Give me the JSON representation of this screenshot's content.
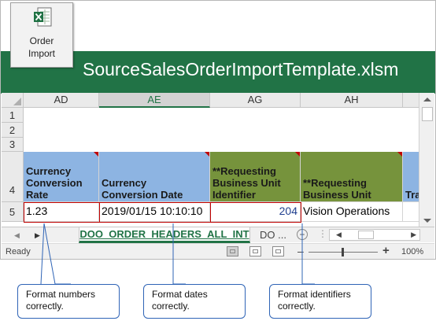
{
  "window": {
    "file_title": "SourceSalesOrderImportTemplate.xlsm",
    "accent_color": "#217346"
  },
  "import_button": {
    "label_line1": "Order",
    "label_line2": "Import",
    "icon": "excel-workbook-icon"
  },
  "grid": {
    "columns": [
      "AD",
      "AE",
      "AG",
      "AH"
    ],
    "selected_column": "AE",
    "row_numbers": [
      "1",
      "2",
      "3",
      "4",
      "5"
    ],
    "headers": [
      {
        "line1": "Currency",
        "line2": "Conversion",
        "line3": "Rate"
      },
      {
        "line1": "Currency",
        "line2": "Conversion Date"
      },
      {
        "line1": "**Requesting",
        "line2": "Business Unit",
        "line3": "Identifier"
      },
      {
        "line1": "**Requesting",
        "line2": "Business Unit"
      },
      {
        "line1": "Tra"
      }
    ],
    "values": [
      "1.23",
      "2019/01/15 10:10:10",
      "204",
      "Vision Operations"
    ],
    "header_colors": {
      "blue": "#8db4e2",
      "olive": "#76933c"
    },
    "highlight_color": "#c00000"
  },
  "sheet_tabs": {
    "active": "DOO_ORDER_HEADERS_ALL_INT",
    "next": "DO ..."
  },
  "status_bar": {
    "status": "Ready",
    "zoom": "100%"
  },
  "callouts": [
    {
      "line1": "Format numbers",
      "line2": "correctly."
    },
    {
      "line1": "Format dates",
      "line2": "correctly."
    },
    {
      "line1": "Format identifiers",
      "line2": "correctly."
    }
  ]
}
